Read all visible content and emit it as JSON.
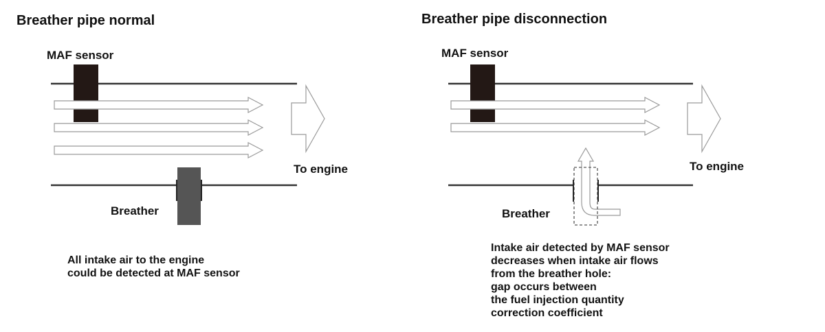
{
  "left": {
    "title": "Breather pipe normal",
    "maf_label": "MAF sensor",
    "engine_label": "To engine",
    "breather_label": "Breather",
    "caption": [
      "All intake air to the engine",
      "could be detected at MAF sensor"
    ]
  },
  "right": {
    "title": "Breather pipe disconnection",
    "maf_label": "MAF sensor",
    "engine_label": "To engine",
    "breather_label": "Breather",
    "caption": [
      "Intake air detected by MAF sensor",
      "decreases when intake air flows",
      "from the breather hole:",
      "gap occurs between",
      "the fuel injection quantity",
      "correction coefficient"
    ]
  },
  "colors": {
    "pipe": "#333333",
    "maf_sensor": "#231815",
    "breather": "#555555",
    "arrow_outline": "#999999"
  }
}
